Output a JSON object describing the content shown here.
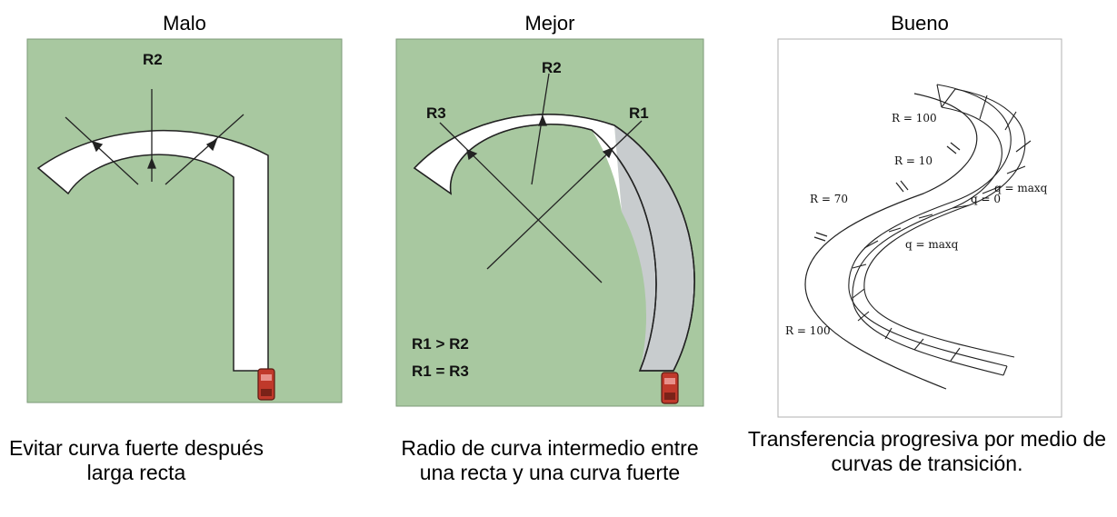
{
  "panels": [
    {
      "title": "Malo",
      "caption": "Evitar curva fuerte después larga recta",
      "labels": {
        "r2": "R2"
      },
      "colors": {
        "ground": "#a8c8a0",
        "road": "#ffffff",
        "car": "#c0392b"
      }
    },
    {
      "title": "Mejor",
      "caption": "Radio de curva intermedio entre una recta y una curva fuerte",
      "labels": {
        "r1": "R1",
        "r2": "R2",
        "r3": "R3",
        "eq1": "R1 > R2",
        "eq2": "R1 = R3"
      },
      "colors": {
        "ground": "#a8c8a0",
        "road": "#ffffff",
        "shade": "#c8ccce",
        "car": "#c0392b"
      }
    },
    {
      "title": "Bueno",
      "caption": "Transferencia progresiva por medio de curvas de transición.",
      "labels": {
        "r100_top": "R = 100",
        "r10": "R = 10",
        "r70": "R = 70",
        "r100_bottom": "R = 100",
        "q_maxq_top": "q = maxq",
        "q_zero": "q = 0",
        "q_maxq_mid": "q = maxq"
      }
    }
  ]
}
